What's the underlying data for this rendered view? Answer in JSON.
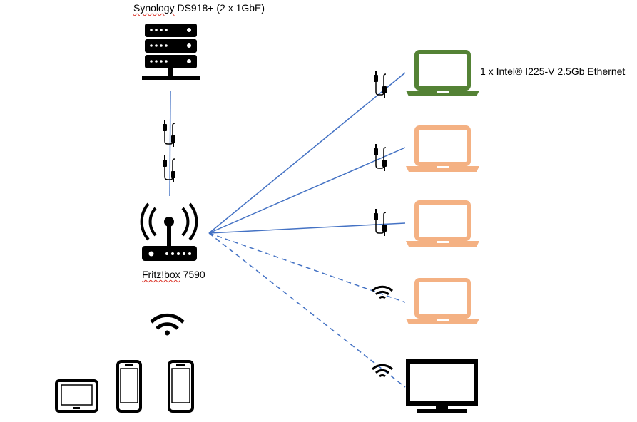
{
  "nas": {
    "name": "Synology",
    "model": " DS918+ (2 x 1GbE)"
  },
  "router": {
    "name": "Fritz!box",
    "model": " 7590"
  },
  "pc_main": {
    "nic": "1 x Intel® I225-V 2.5Gb Ethernet"
  },
  "colors": {
    "link": "#4472c4",
    "laptop_main": "#548235",
    "laptop_other": "#f4b183",
    "icon": "#000000"
  },
  "connections": [
    {
      "target": "laptop-green",
      "type": "wired"
    },
    {
      "target": "laptop-orange-1",
      "type": "wired"
    },
    {
      "target": "laptop-orange-2",
      "type": "wired"
    },
    {
      "target": "laptop-orange-3",
      "type": "wifi"
    },
    {
      "target": "monitor",
      "type": "wifi"
    }
  ]
}
